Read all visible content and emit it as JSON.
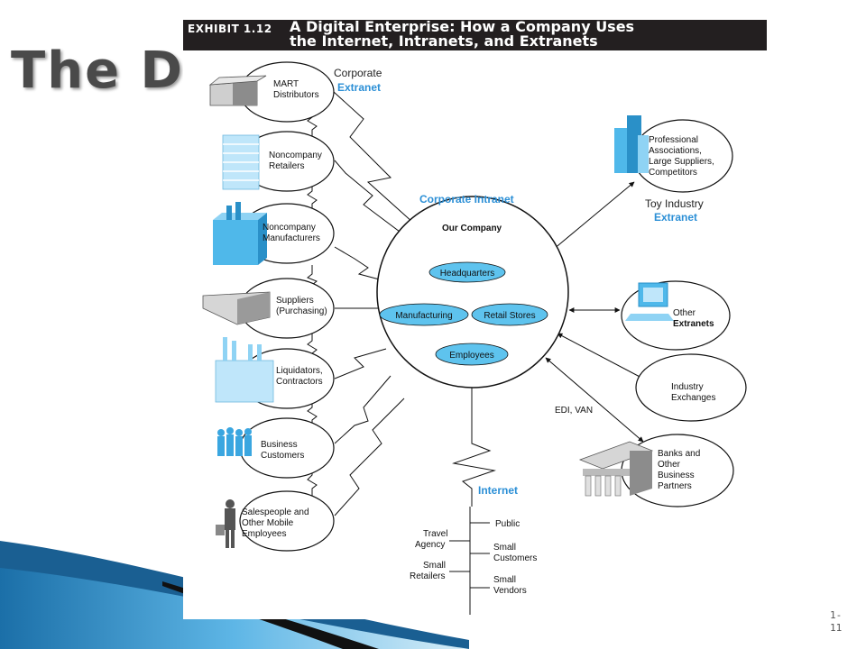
{
  "slide": {
    "title": "The Dig",
    "page_number_line1": "1-",
    "page_number_line2": "11"
  },
  "exhibit": {
    "number": "EXHIBIT 1.12",
    "title_line1": "A Digital Enterprise: How a Company Uses",
    "title_line2": "the Internet, Intranets, and Extranets"
  },
  "center": {
    "label": "Corporate Intranet",
    "company": "Our Company",
    "units": [
      "Headquarters",
      "Manufacturing",
      "Retail Stores",
      "Employees"
    ]
  },
  "corporate_extranet": {
    "line1": "Corporate",
    "line2": "Extranet",
    "nodes": [
      {
        "lines": [
          "MART",
          "Distributors"
        ],
        "icon": "warehouse-icon"
      },
      {
        "lines": [
          "Noncompany",
          "Retailers"
        ],
        "icon": "office-building-icon"
      },
      {
        "lines": [
          "Noncompany",
          "Manufacturers"
        ],
        "icon": "factory-icon"
      },
      {
        "lines": [
          "Suppliers",
          "(Purchasing)"
        ],
        "icon": "truck-icon"
      },
      {
        "lines": [
          "Liquidators,",
          "Contractors"
        ],
        "icon": "plant-icon"
      },
      {
        "lines": [
          "Business",
          "Customers"
        ],
        "icon": "people-icon"
      },
      {
        "lines": [
          "Salespeople and",
          "Other Mobile",
          "Employees"
        ],
        "icon": "salesperson-icon"
      }
    ]
  },
  "right_nodes": [
    {
      "lines": [
        "Professional",
        "Associations,",
        "Large Suppliers,",
        "Competitors"
      ],
      "icon": "skyscraper-icon"
    },
    {
      "lines": [
        "Other",
        "Extranets"
      ],
      "icon": "computer-icon"
    },
    {
      "lines": [
        "Industry",
        "Exchanges"
      ],
      "icon": ""
    },
    {
      "lines": [
        "Banks and",
        "Other",
        "Business",
        "Partners"
      ],
      "icon": "bank-icon"
    }
  ],
  "toy_industry": {
    "line1": "Toy Industry",
    "line2": "Extranet"
  },
  "edi_label": "EDI, VAN",
  "internet": {
    "label": "Internet",
    "left_items": [
      [
        "Travel",
        "Agency"
      ],
      [
        "Small",
        "Retailers"
      ]
    ],
    "right_items": [
      [
        "Public"
      ],
      [
        "Small",
        "Customers"
      ],
      [
        "Small",
        "Vendors"
      ]
    ]
  },
  "colors": {
    "accent_blue": "#2b8fd6",
    "pill_blue": "#5ec3ee",
    "header_bg": "#231f20",
    "icon_blue": "#8fd3f4"
  }
}
